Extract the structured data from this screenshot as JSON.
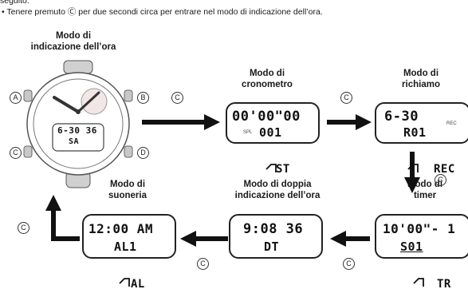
{
  "intro": {
    "line1": "seguito.",
    "line2": "• Tenere premuto Ⓒ per due secondi circa per entrare nel modo di indicazione dell’ora."
  },
  "button_symbol": "C",
  "modes": {
    "timekeeping": {
      "title1": "Modo di",
      "title2": "indicazione dell’ora",
      "display_line1": "6-30 36",
      "display_line2": "SA",
      "buttons": [
        "A",
        "B",
        "C",
        "D"
      ]
    },
    "stopwatch": {
      "title1": "Modo di",
      "title2": "cronometro",
      "display_line1": "00'00\"00",
      "display_small": "SPL",
      "display_line2": "001",
      "indicator": "ST"
    },
    "recall": {
      "title1": "Modo di",
      "title2": "richiamo",
      "display_line1": "6-30",
      "display_small": "REC",
      "display_line2": "R01",
      "indicator": "REC"
    },
    "timer": {
      "title1": "Modo di",
      "title2": "timer",
      "display_line1": "10'00\"- 1",
      "display_line2": "S01",
      "indicator": "TR"
    },
    "dual_time": {
      "title1": "Modo di doppia",
      "title2": "indicazione dell’ora",
      "display_line1": "9:08 36",
      "display_line2": "DT"
    },
    "alarm": {
      "title1": "Modo di",
      "title2": "suoneria",
      "display_line1": "12:00 AM",
      "display_line2": "AL1",
      "indicator": "AL"
    }
  }
}
